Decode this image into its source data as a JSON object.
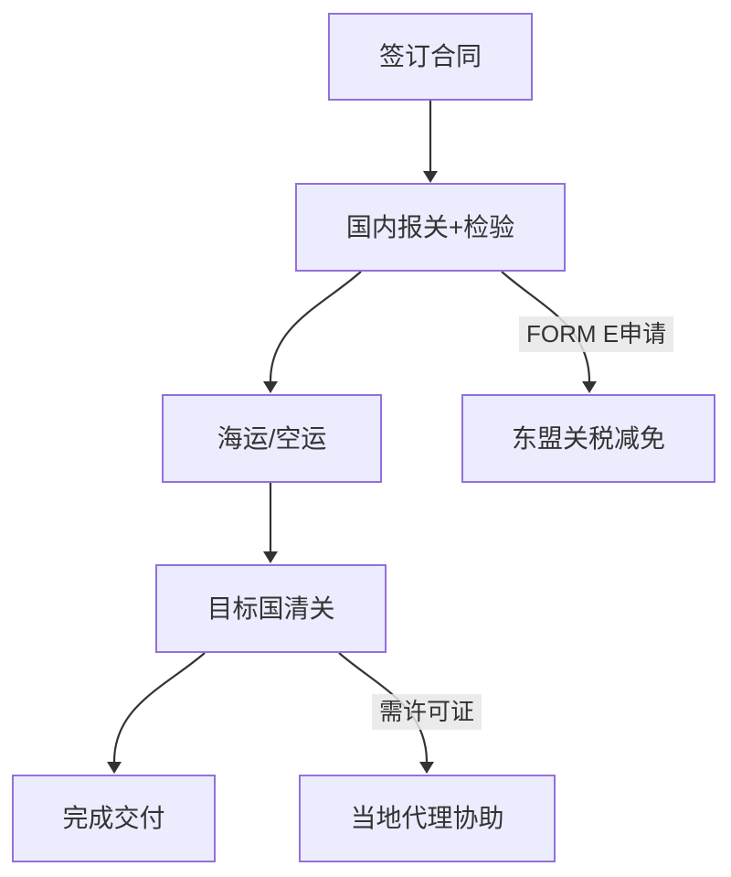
{
  "diagram": {
    "type": "flowchart",
    "direction": "top-down",
    "nodes": [
      {
        "id": "sign-contract",
        "label": "签订合同"
      },
      {
        "id": "domestic-customs",
        "label": "国内报关+检验"
      },
      {
        "id": "sea-air-freight",
        "label": "海运/空运"
      },
      {
        "id": "asean-tariff",
        "label": "东盟关税减免"
      },
      {
        "id": "destination-clearance",
        "label": "目标国清关"
      },
      {
        "id": "delivery-complete",
        "label": "完成交付"
      },
      {
        "id": "local-agent",
        "label": "当地代理协助"
      }
    ],
    "edges": [
      {
        "from": "sign-contract",
        "to": "domestic-customs",
        "label": ""
      },
      {
        "from": "domestic-customs",
        "to": "sea-air-freight",
        "label": ""
      },
      {
        "from": "domestic-customs",
        "to": "asean-tariff",
        "label": "FORM E申请"
      },
      {
        "from": "sea-air-freight",
        "to": "destination-clearance",
        "label": ""
      },
      {
        "from": "destination-clearance",
        "to": "delivery-complete",
        "label": ""
      },
      {
        "from": "destination-clearance",
        "to": "local-agent",
        "label": "需许可证"
      }
    ],
    "colors": {
      "node_fill": "#ECECFF",
      "node_border": "#9370DB",
      "edge_line": "#333333",
      "node_text": "#333333",
      "edge_label_bg": "#e8e8e8",
      "edge_label_text": "#333333",
      "background": "#ffffff"
    }
  }
}
